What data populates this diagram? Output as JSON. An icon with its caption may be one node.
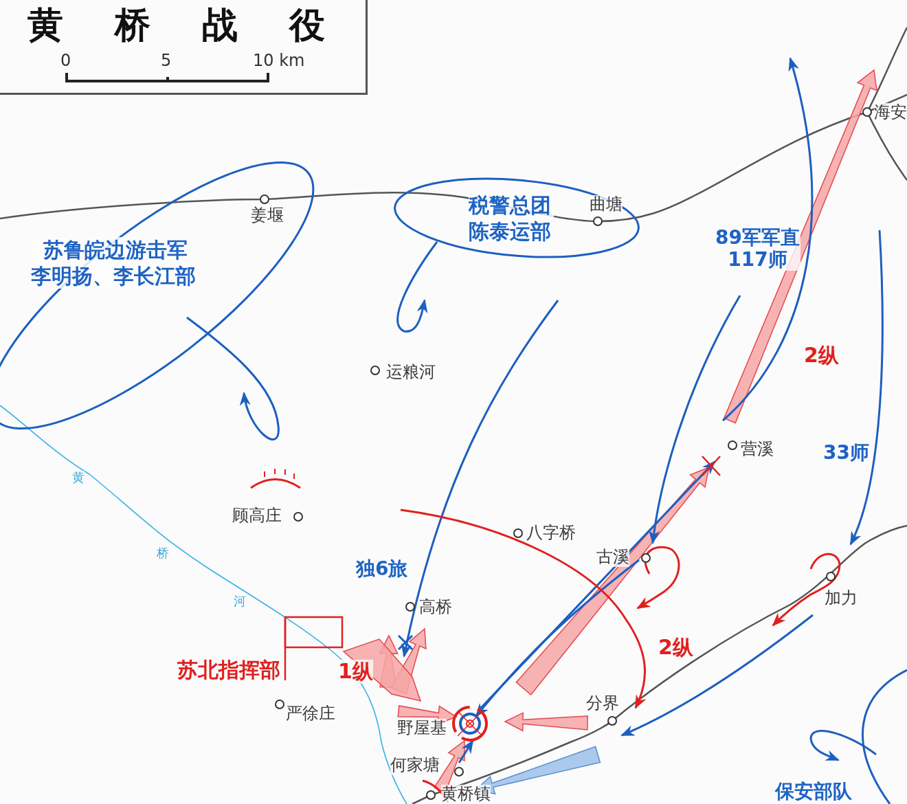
{
  "diagram": {
    "title": "黄桥战役",
    "nodes": [
      {
        "text": [
          "苏鲁皖边游击军李明扬、李长江部"
        ]
      },
      {
        "text": [
          "税警总团陈泰运部"
        ]
      }
    ],
    "edges": [
      {
        "from": 0,
        "to": null,
        "arrow": "to"
      },
      {
        "from": 1,
        "to": null,
        "arrow": "to"
      }
    ],
    "labels": [
      "0",
      "5",
      "10 km",
      "姜堰",
      "曲塘",
      "海安",
      "89军军直117师",
      "运粮河",
      "2纵",
      "营溪",
      "33师",
      "黄",
      "顾高庄",
      "八字桥",
      "古溪",
      "桥",
      "独6旅",
      "加力",
      "河",
      "高桥",
      "2纵",
      "苏北指挥部",
      "1纵",
      "分界",
      "严徐庄",
      "野屋基",
      "何家塘",
      "黄桥镇",
      "保安部队"
    ]
  }
}
